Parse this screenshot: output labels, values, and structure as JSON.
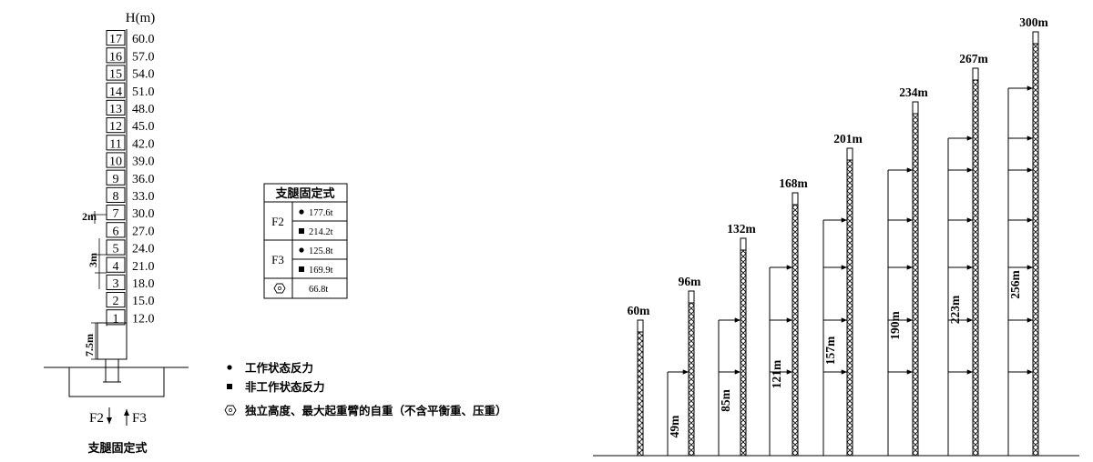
{
  "left_diagram": {
    "height_header": "H(m)",
    "segments": [
      {
        "num": "17",
        "height": "60.0"
      },
      {
        "num": "16",
        "height": "57.0"
      },
      {
        "num": "15",
        "height": "54.0"
      },
      {
        "num": "14",
        "height": "51.0"
      },
      {
        "num": "13",
        "height": "48.0"
      },
      {
        "num": "12",
        "height": "45.0"
      },
      {
        "num": "11",
        "height": "42.0"
      },
      {
        "num": "10",
        "height": "39.0"
      },
      {
        "num": "9",
        "height": "36.0"
      },
      {
        "num": "8",
        "height": "33.0"
      },
      {
        "num": "7",
        "height": "30.0"
      },
      {
        "num": "6",
        "height": "27.0"
      },
      {
        "num": "5",
        "height": "24.0"
      },
      {
        "num": "4",
        "height": "21.0"
      },
      {
        "num": "3",
        "height": "18.0"
      },
      {
        "num": "2",
        "height": "15.0"
      },
      {
        "num": "1",
        "height": "12.0"
      }
    ],
    "dim_2m": "2m",
    "dim_3m": "3m",
    "dim_7_5m": "7.5m",
    "force_f2": "F2",
    "force_f3": "F3",
    "caption": "支腿固定式"
  },
  "reaction_table": {
    "title": "支腿固定式",
    "rows": [
      {
        "group": "F2",
        "working": "177.6t",
        "non_working": "214.2t"
      },
      {
        "group": "F3",
        "working": "125.8t",
        "non_working": "169.9t"
      }
    ],
    "self_weight": "66.8t"
  },
  "legend": {
    "items": [
      {
        "icon": "dot-icon",
        "text": "工作状态反力"
      },
      {
        "icon": "square-icon",
        "text": "非工作状态反力"
      },
      {
        "icon": "hexagon-icon",
        "text": "独立高度、最大起重臂的自重（不含平衡重、压重）"
      }
    ]
  },
  "towers": [
    {
      "total": "60m",
      "anchored": ""
    },
    {
      "total": "96m",
      "anchored": "49m"
    },
    {
      "total": "132m",
      "anchored": "85m"
    },
    {
      "total": "168m",
      "anchored": "121m"
    },
    {
      "total": "201m",
      "anchored": "157m"
    },
    {
      "total": "234m",
      "anchored": "190m"
    },
    {
      "total": "267m",
      "anchored": "223m"
    },
    {
      "total": "300m",
      "anchored": "256m"
    }
  ]
}
